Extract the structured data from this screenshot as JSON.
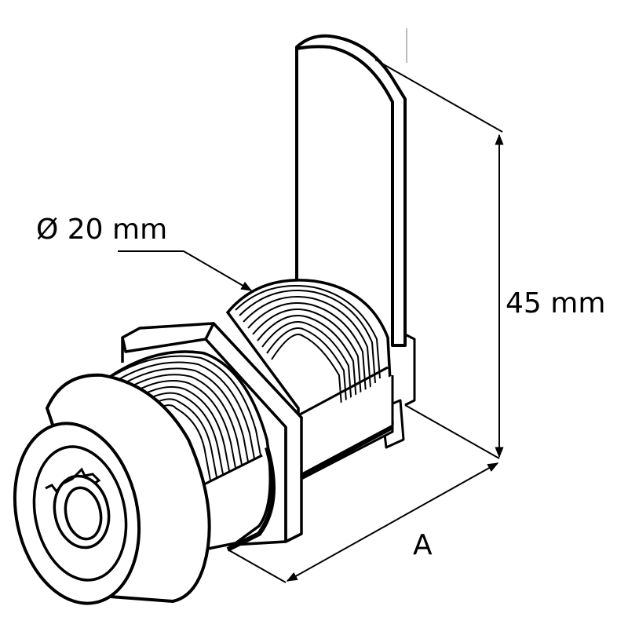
{
  "diagram": {
    "subject": "cam lock with key cylinder, threaded body, hex nut and cam latch",
    "line_color": "#000000",
    "background": "#ffffff",
    "dimensions": {
      "diameter": {
        "label": "Ø 20 mm"
      },
      "height": {
        "label": "45 mm"
      },
      "length": {
        "label": "A"
      }
    }
  }
}
